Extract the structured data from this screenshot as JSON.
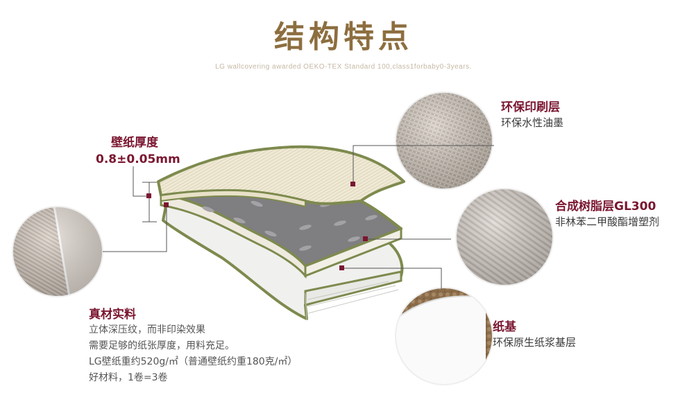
{
  "header": {
    "title": "结构特点",
    "subtitle": "LG wallcovering awarded OEKO-TEX Standard 100,class1forbaby0-3years."
  },
  "thickness": {
    "title": "壁纸厚度",
    "value": "0.8±0.05mm"
  },
  "layers": [
    {
      "title": "环保印刷层",
      "desc": "环保水性油墨"
    },
    {
      "title": "合成树脂层GL300",
      "desc": "非林苯二甲酸酯增塑剂"
    },
    {
      "title": "纸基",
      "desc": "环保原生纸浆基层"
    }
  ],
  "material": {
    "title": "真材实料",
    "lines": [
      "立体深压纹，而非印染效果",
      "需要足够的纸张厚度，用料充足。",
      "LG壁纸重约520g/㎡（普通壁纸约重180克/㎡）",
      "好材料，1卷=3卷"
    ]
  },
  "colors": {
    "title": "#8d6e3f",
    "accent": "#7a1630",
    "frame": "#7d8a4e"
  }
}
